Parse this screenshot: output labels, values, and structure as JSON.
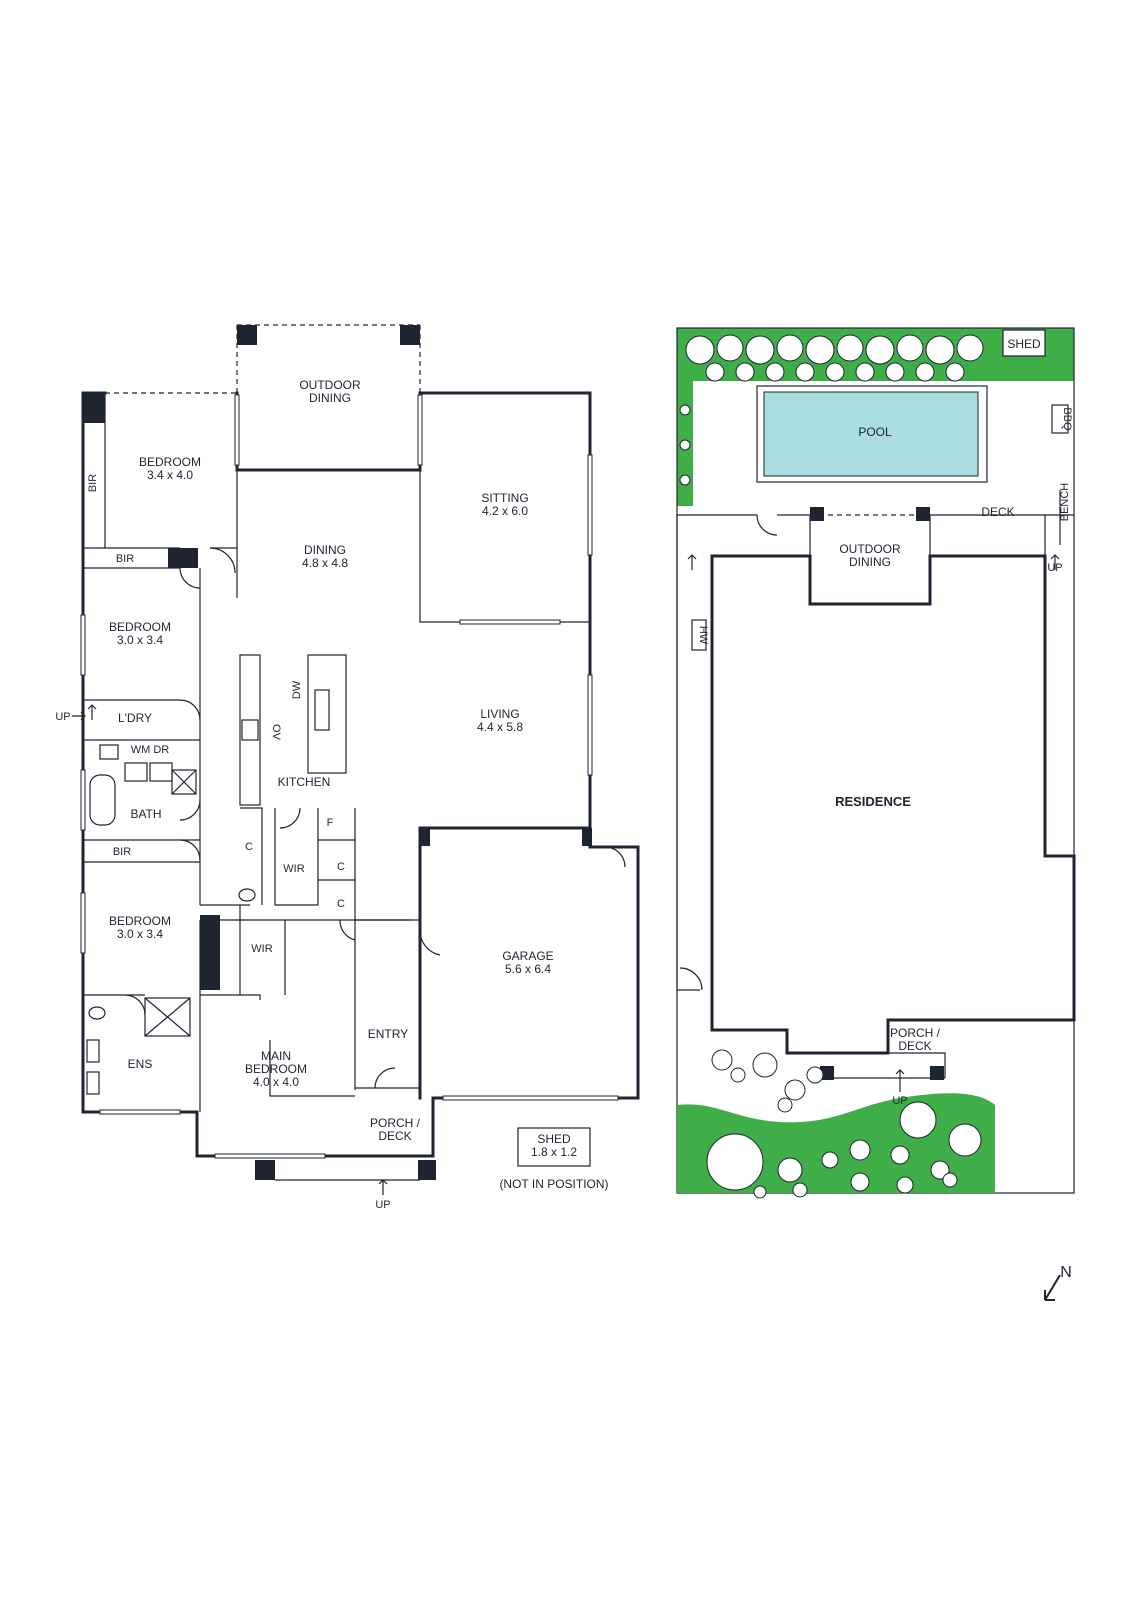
{
  "floor_plan": {
    "rooms": {
      "outdoor_dining": {
        "name": "OUTDOOR\nDINING"
      },
      "bedroom1": {
        "name": "BEDROOM",
        "dims": "3.4 x 4.0"
      },
      "bir1_vertical": {
        "name": "BIR"
      },
      "bir1_horizontal": {
        "name": "BIR"
      },
      "sitting": {
        "name": "SITTING",
        "dims": "4.2 x 6.0"
      },
      "dining": {
        "name": "DINING",
        "dims": "4.8 x 4.8"
      },
      "bedroom2": {
        "name": "BEDROOM",
        "dims": "3.0 x 3.4"
      },
      "laundry": {
        "name": "L'DRY"
      },
      "wm_dr": {
        "name": "WM DR"
      },
      "living": {
        "name": "LIVING",
        "dims": "4.4 x 5.8"
      },
      "kitchen": {
        "name": "KITCHEN"
      },
      "dw": {
        "name": "DW"
      },
      "ov": {
        "name": "OV"
      },
      "bath": {
        "name": "BATH"
      },
      "bir2": {
        "name": "BIR"
      },
      "fridge": {
        "name": "F"
      },
      "wir_central": {
        "name": "WIR"
      },
      "cupboard1": {
        "name": "C"
      },
      "cupboard2": {
        "name": "C"
      },
      "cupboard3": {
        "name": "C"
      },
      "bedroom3": {
        "name": "BEDROOM",
        "dims": "3.0 x 3.4"
      },
      "wir_main": {
        "name": "WIR"
      },
      "garage": {
        "name": "GARAGE",
        "dims": "5.6 x 6.4"
      },
      "ensuite": {
        "name": "ENS"
      },
      "main_bedroom": {
        "name": "MAIN\nBEDROOM",
        "dims": "4.0 x 4.0"
      },
      "entry": {
        "name": "ENTRY"
      },
      "porch_deck": {
        "name": "PORCH /\nDECK"
      }
    },
    "up_labels": {
      "left": "UP",
      "bottom": "UP"
    },
    "shed": {
      "name": "SHED",
      "dims": "1.8 x 1.2",
      "note": "(NOT IN POSITION)"
    }
  },
  "site_plan": {
    "shed": "SHED",
    "pool": "POOL",
    "bbq": "BBQ",
    "deck": "DECK",
    "bench": "BENCH",
    "outdoor_dining": "OUTDOOR\nDINING",
    "hw": "HW",
    "up_right": "UP",
    "residence": "RESIDENCE",
    "porch_deck": "PORCH /\nDECK",
    "up_bottom": "UP",
    "colors": {
      "garden": "#3fae49",
      "pool": "#a9dde0",
      "tree_fill": "#ffffff"
    }
  },
  "compass": {
    "label": "N",
    "icon": "north-arrow-icon"
  }
}
